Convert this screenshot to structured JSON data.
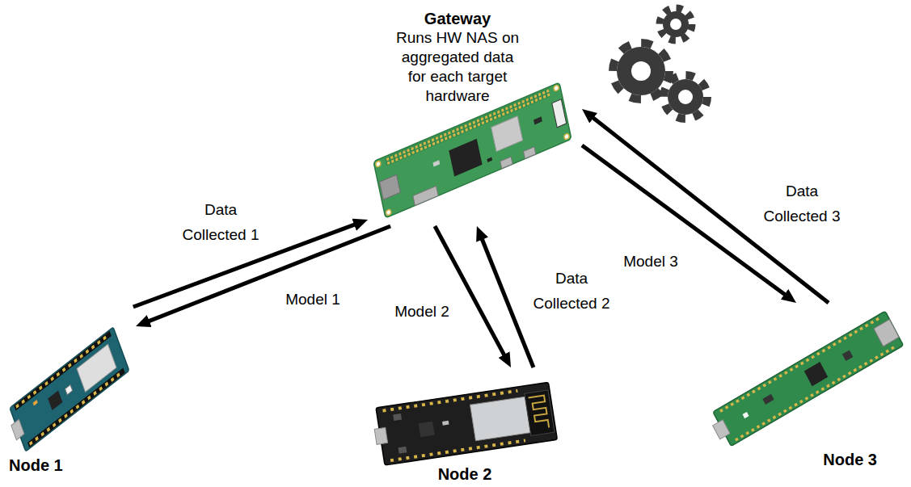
{
  "diagram": {
    "nodes": [
      {
        "text": [
          "Gateway",
          "Runs HW NAS on aggregated data for each target hardware"
        ]
      },
      {
        "text": [
          "Node 1"
        ]
      },
      {
        "text": [
          "Node 2"
        ]
      },
      {
        "text": [
          "Node 3"
        ]
      }
    ],
    "edges": [
      {
        "from": 1,
        "to": 0,
        "label": "Data Collected 1",
        "arrow": "to"
      },
      {
        "from": 0,
        "to": 1,
        "label": "Model 1",
        "arrow": "to"
      },
      {
        "from": 0,
        "to": 2,
        "label": "Model 2",
        "arrow": "to"
      },
      {
        "from": 2,
        "to": 0,
        "label": "Data Collected 2",
        "arrow": "to"
      },
      {
        "from": 3,
        "to": 0,
        "label": "Data Collected 3",
        "arrow": "to"
      },
      {
        "from": 0,
        "to": 3,
        "label": "Model 3",
        "arrow": "to"
      }
    ]
  }
}
